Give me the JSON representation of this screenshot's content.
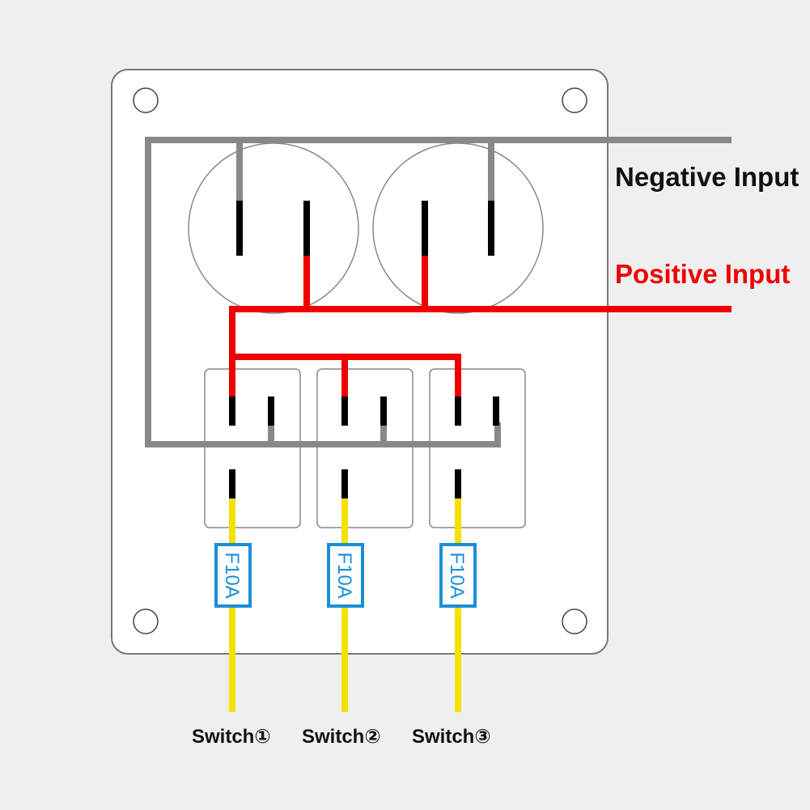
{
  "labels": {
    "negative_input": "Negative Input",
    "positive_input": "Positive Input"
  },
  "switches": [
    {
      "label": "Switch①",
      "fuse": "F10A"
    },
    {
      "label": "Switch②",
      "fuse": "F10A"
    },
    {
      "label": "Switch③",
      "fuse": "F10A"
    }
  ],
  "colors": {
    "background": "#efefef",
    "panel": "#ffffff",
    "outline": "#777777",
    "negative_wire": "#888888",
    "positive_wire": "#ee0000",
    "load_wire": "#f5e000",
    "fuse_border": "#1a8fd6",
    "terminal": "#000000"
  }
}
